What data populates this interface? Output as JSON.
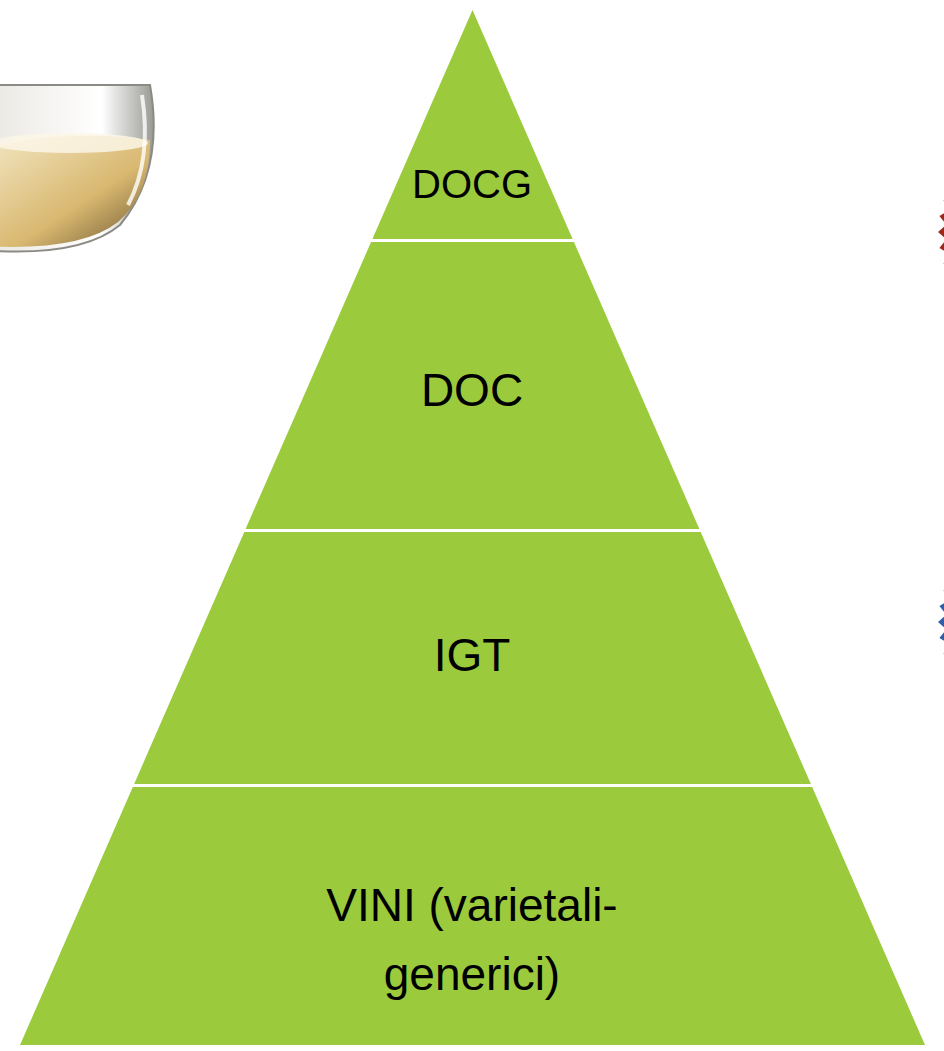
{
  "diagram": {
    "nodes": [
      {
        "text": [
          "DOCG"
        ]
      },
      {
        "text": [
          "DOC"
        ]
      },
      {
        "text": [
          "IGT"
        ]
      },
      {
        "text": [
          "VINI (varietali-generici)"
        ]
      }
    ]
  }
}
